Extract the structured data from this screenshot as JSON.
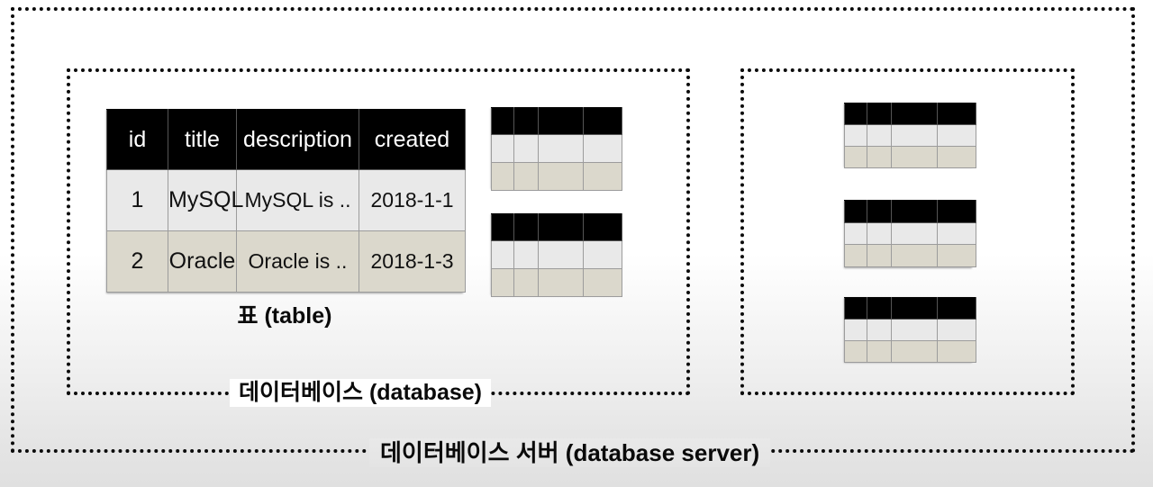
{
  "diagram": {
    "title_label": "데이터베이스 서버 (database server)",
    "database_label": "데이터베이스 (database)",
    "table_caption": "표 (table)"
  },
  "main_table": {
    "columns": [
      "id",
      "title",
      "description",
      "created"
    ],
    "rows": [
      {
        "id": "1",
        "title": "MySQL",
        "description": "MySQL is ..",
        "created": "2018-1-1"
      },
      {
        "id": "2",
        "title": "Oracle",
        "description": "Oracle is ..",
        "created": "2018-1-3"
      }
    ]
  },
  "mini_tables": {
    "left_group_count": 2,
    "right_group_count": 3,
    "column_count": 4,
    "row_count": 2
  },
  "colors": {
    "header_bg": "#000000",
    "header_text": "#ffffff",
    "row_odd_bg": "#e9e9e9",
    "row_even_bg": "#dbd8cc",
    "border": "#9c9c9c",
    "dotted_border": "#0b0b0b",
    "text": "#111111",
    "page_bg_top": "#ffffff",
    "page_bg_bottom": "#e0e0e0"
  }
}
